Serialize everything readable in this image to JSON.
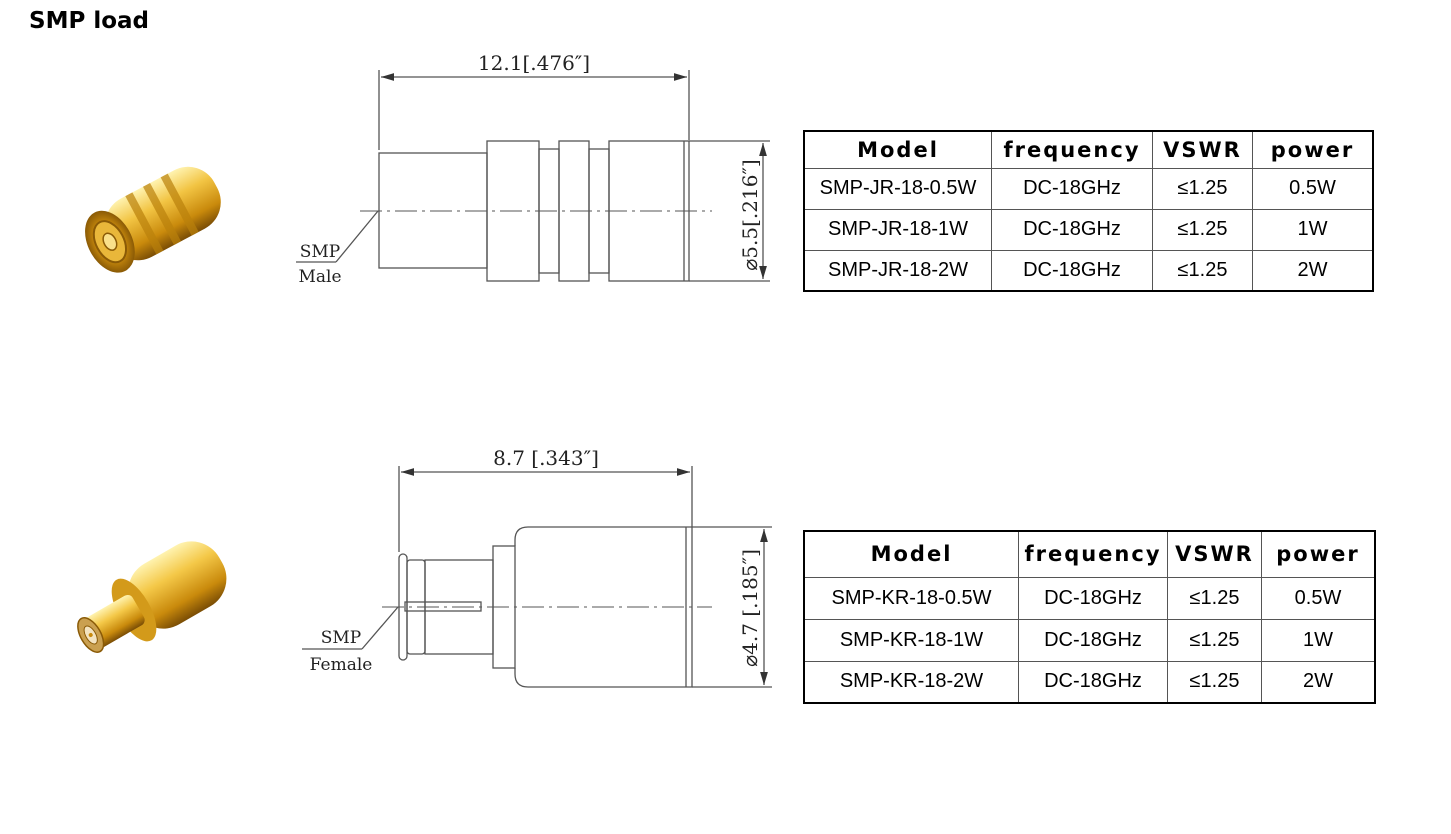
{
  "title": "SMP load",
  "male": {
    "drawing": {
      "length_dim": "12.1[.476″]",
      "diameter_dim": "⌀5.5[.216″]",
      "label_line1": "SMP",
      "label_line2": "Male"
    },
    "table": {
      "headers": [
        "Model",
        "frequency",
        "VSWR",
        "power"
      ],
      "rows": [
        [
          "SMP-JR-18-0.5W",
          "DC-18GHz",
          "≤1.25",
          "0.5W"
        ],
        [
          "SMP-JR-18-1W",
          "DC-18GHz",
          "≤1.25",
          "1W"
        ],
        [
          "SMP-JR-18-2W",
          "DC-18GHz",
          "≤1.25",
          "2W"
        ]
      ]
    }
  },
  "female": {
    "drawing": {
      "length_dim": "8.7 [.343″]",
      "diameter_dim": "⌀4.7 [.185″]",
      "label_line1": "SMP",
      "label_line2": "Female"
    },
    "table": {
      "headers": [
        "Model",
        "frequency",
        "VSWR",
        "power"
      ],
      "rows": [
        [
          "SMP-KR-18-0.5W",
          "DC-18GHz",
          "≤1.25",
          "0.5W"
        ],
        [
          "SMP-KR-18-1W",
          "DC-18GHz",
          "≤1.25",
          "1W"
        ],
        [
          "SMP-KR-18-2W",
          "DC-18GHz",
          "≤1.25",
          "2W"
        ]
      ]
    }
  },
  "colors": {
    "gold_light": "#f7d56a",
    "gold_mid": "#d9a21c",
    "gold_dark": "#8a5a06",
    "line": "#333333"
  }
}
